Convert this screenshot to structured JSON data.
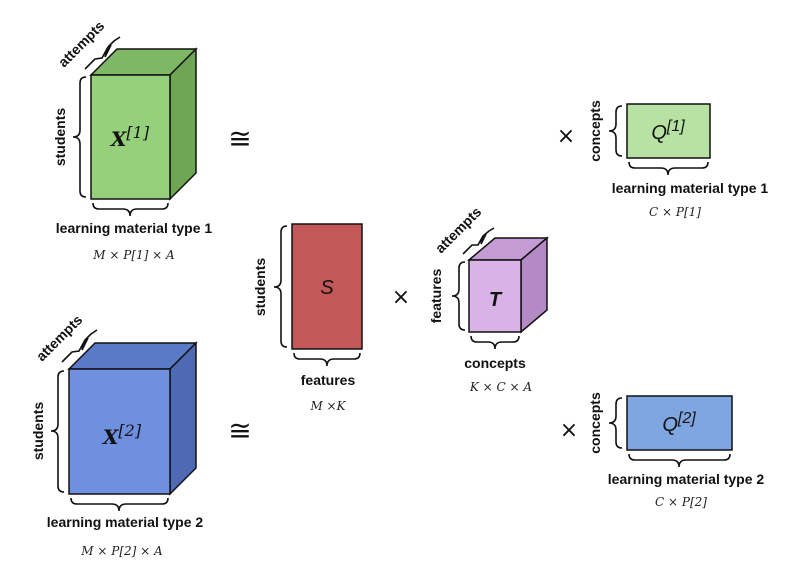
{
  "colors": {
    "green_front": "#96d07a",
    "green_top": "#7fb864",
    "green_side": "#6ea654",
    "blue_front": "#6f8fdf",
    "blue_top": "#5a79c6",
    "blue_side": "#4e6ab5",
    "red": "#c25858",
    "purple_front": "#d9b3e6",
    "purple_top": "#c49bd3",
    "purple_side": "#b48ac4",
    "q1": "#b7e2a3",
    "q2": "#7fa6e0"
  },
  "x1": {
    "name": "X",
    "sup": "[1]",
    "top_label": "attempts",
    "left_label": "students",
    "bottom_label": "learning material type  1",
    "dims": "M × P[1] × A"
  },
  "x2": {
    "name": "X",
    "sup": "[2]",
    "top_label": "attempts",
    "left_label": "students",
    "bottom_label": "learning material type  2",
    "dims": "M × P[2] × A"
  },
  "s": {
    "name": "S",
    "left_label": "students",
    "bottom_label": "features",
    "dims": "M ×K"
  },
  "t": {
    "name": "T",
    "top_label": "attempts",
    "left_label": "features",
    "bottom_label": "concepts",
    "dims": "K × C × A"
  },
  "q1": {
    "name": "Q",
    "sup": "[1]",
    "left_label": "concepts",
    "bottom_label": "learning material type  1",
    "dims": "C × P[1]"
  },
  "q2": {
    "name": "Q",
    "sup": "[2]",
    "left_label": "concepts",
    "bottom_label": "learning material type  2",
    "dims": "C × P[2]"
  },
  "symbols": {
    "approx_1": "≅",
    "approx_2": "≅",
    "times_s": "×",
    "times_q1": "×",
    "times_q2": "×"
  }
}
